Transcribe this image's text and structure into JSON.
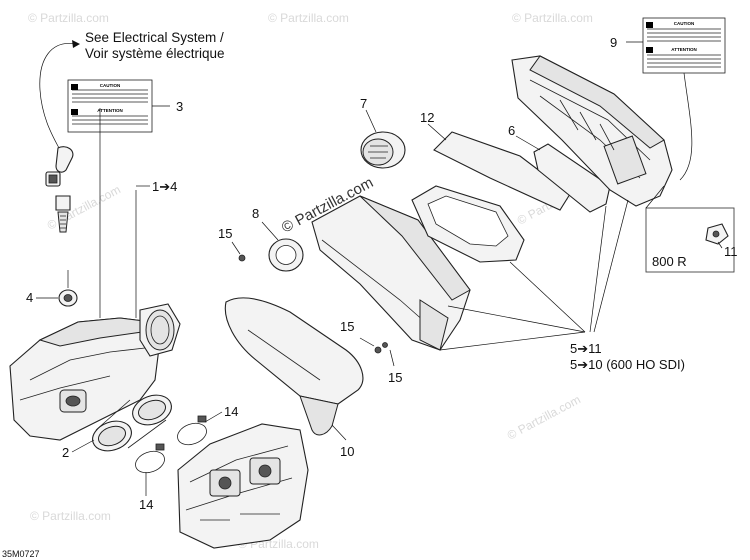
{
  "diagram": {
    "note_line1": "See Electrical System /",
    "note_line2": "Voir système électrique",
    "watermark": "© Partzilla.com",
    "watermark_center": "© Partzilla.com",
    "variant_box_label": "800 R",
    "ref_5_11": "5➔11",
    "ref_5_10": "5➔10 (600 HO SDI)",
    "ref_1_4": "1➔4",
    "drawing_code": "35M0727",
    "callouts": {
      "c1": "2",
      "c2": "3",
      "c3": "4",
      "c4": "6",
      "c5": "7",
      "c6": "8",
      "c7": "9",
      "c8": "10",
      "c9": "11",
      "c10": "12",
      "c11": "14",
      "c12": "14",
      "c13": "15",
      "c14": "15",
      "c15": "15"
    },
    "label_caution": "CAUTION",
    "label_attention": "ATTENTION"
  }
}
